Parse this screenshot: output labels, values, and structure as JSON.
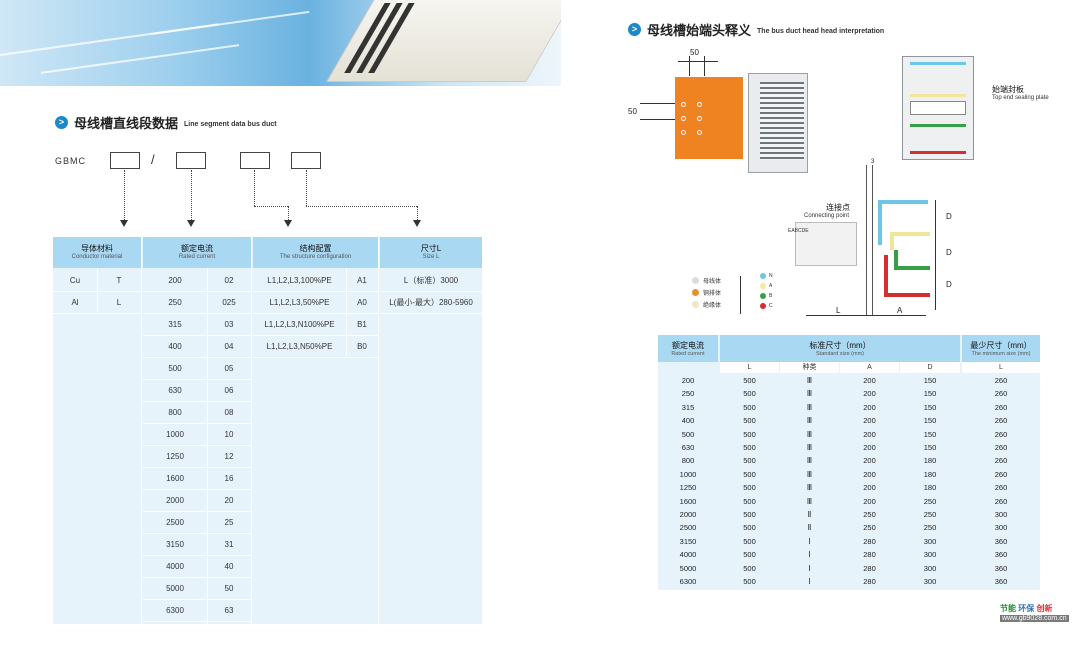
{
  "left_section": {
    "title_zh": "母线槽直线段数据",
    "title_en": "Line segment data bus duct",
    "model_prefix": "GBMC",
    "slash": "/",
    "headers": [
      {
        "zh": "导体材料",
        "en": "Conductor material"
      },
      {
        "zh": "额定电流",
        "en": "Rated current"
      },
      {
        "zh": "结构配置",
        "en": "The structure configuration"
      },
      {
        "zh": "尺寸L",
        "en": "Size L"
      }
    ],
    "conductor": [
      [
        "Cu",
        "T"
      ],
      [
        "Al",
        "L"
      ]
    ],
    "current": [
      [
        "200",
        "02"
      ],
      [
        "250",
        "025"
      ],
      [
        "315",
        "03"
      ],
      [
        "400",
        "04"
      ],
      [
        "500",
        "05"
      ],
      [
        "630",
        "06"
      ],
      [
        "800",
        "08"
      ],
      [
        "1000",
        "10"
      ],
      [
        "1250",
        "12"
      ],
      [
        "1600",
        "16"
      ],
      [
        "2000",
        "20"
      ],
      [
        "2500",
        "25"
      ],
      [
        "3150",
        "31"
      ],
      [
        "4000",
        "40"
      ],
      [
        "5000",
        "50"
      ],
      [
        "6300",
        "63"
      ]
    ],
    "structure": [
      [
        "L1,L2,L3,100%PE",
        "A1"
      ],
      [
        "L1,L2,L3,50%PE",
        "A0"
      ],
      [
        "L1,L2,L3,N100%PE",
        "B1"
      ],
      [
        "L1,L2,L3,N50%PE",
        "B0"
      ]
    ],
    "size": [
      "L（标准）3000",
      "L(最小-最大）280-5960"
    ]
  },
  "right_section": {
    "title_zh": "母线槽始端头释义",
    "title_en": "The bus duct head head interpretation",
    "dims": {
      "d50_top": "50",
      "d50_left": "50",
      "d3": "3",
      "dL": "L",
      "dA": "A",
      "dD": "D"
    },
    "end_plate": {
      "zh": "始端封板",
      "en": "Top end sealing plate"
    },
    "connection": {
      "zh": "连接点",
      "en": "Connecting point"
    },
    "phase_letters": "EABCDE",
    "legend": [
      {
        "label": "母线体",
        "color": "#dcdcdc"
      },
      {
        "label": "铜排体",
        "color": "#e8902a"
      },
      {
        "label": "绝缘体",
        "color": "#f3e6c4"
      }
    ],
    "phases": [
      {
        "label": "N",
        "color": "#6ec6e6"
      },
      {
        "label": "A",
        "color": "#f6e9a0"
      },
      {
        "label": "B",
        "color": "#35a047"
      },
      {
        "label": "C",
        "color": "#d32f2f"
      }
    ],
    "table": {
      "h_rated": {
        "zh": "额定电流",
        "en": "Rated current"
      },
      "h_std": {
        "zh": "标准尺寸（mm）",
        "en": "Standard size (mm)"
      },
      "h_min": {
        "zh": "最少尺寸（mm）",
        "en": "The minimum size (mm)"
      },
      "sub": [
        "L",
        "种类",
        "A",
        "D",
        "L"
      ],
      "rows": [
        [
          "200",
          "500",
          "Ⅲ",
          "200",
          "150",
          "260"
        ],
        [
          "250",
          "500",
          "Ⅲ",
          "200",
          "150",
          "260"
        ],
        [
          "315",
          "500",
          "Ⅲ",
          "200",
          "150",
          "260"
        ],
        [
          "400",
          "500",
          "Ⅲ",
          "200",
          "150",
          "260"
        ],
        [
          "500",
          "500",
          "Ⅲ",
          "200",
          "150",
          "260"
        ],
        [
          "630",
          "500",
          "Ⅲ",
          "200",
          "150",
          "260"
        ],
        [
          "800",
          "500",
          "Ⅲ",
          "200",
          "180",
          "260"
        ],
        [
          "1000",
          "500",
          "Ⅲ",
          "200",
          "180",
          "260"
        ],
        [
          "1250",
          "500",
          "Ⅲ",
          "200",
          "180",
          "260"
        ],
        [
          "1600",
          "500",
          "Ⅲ",
          "200",
          "250",
          "260"
        ],
        [
          "2000",
          "500",
          "Ⅱ",
          "250",
          "250",
          "300"
        ],
        [
          "2500",
          "500",
          "Ⅱ",
          "250",
          "250",
          "300"
        ],
        [
          "3150",
          "500",
          "Ⅰ",
          "280",
          "300",
          "360"
        ],
        [
          "4000",
          "500",
          "Ⅰ",
          "280",
          "300",
          "360"
        ],
        [
          "5000",
          "500",
          "Ⅰ",
          "280",
          "300",
          "360"
        ],
        [
          "6300",
          "500",
          "Ⅰ",
          "280",
          "300",
          "360"
        ]
      ]
    }
  },
  "footer": {
    "a": "节能",
    "b": "环保",
    "c": "创新",
    "url": "www.gb9028.com.cn"
  },
  "colors": {
    "accent": "#1e88c8",
    "header_blue": "#a9d8f2",
    "table_bg": "#e6f3fb",
    "orange": "#ef8221"
  }
}
